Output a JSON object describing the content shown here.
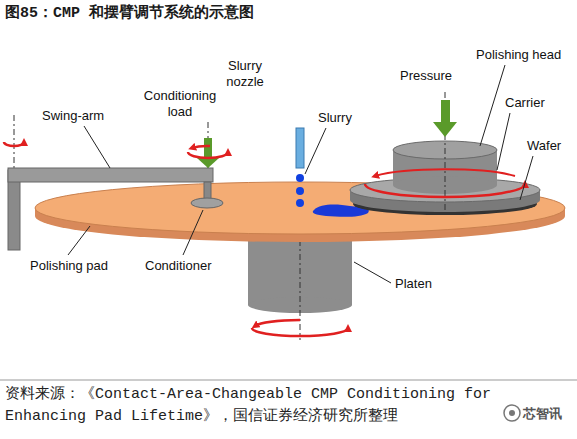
{
  "diagram": {
    "title": "图85：CMP 和摆臂调节系统的示意图",
    "caption": "资料来源：《Contact-Area-Changeable CMP Conditioning for Enhancing Pad Lifetime》，国信证券经济研究所整理",
    "labels": [
      "Slurry nozzle",
      "Polishing head",
      "Pressure",
      "Conditioning load",
      "Carrier",
      "Swing-arm",
      "Slurry",
      "Wafer",
      "Polishing pad",
      "Conditioner",
      "Platen",
      "芯智讯"
    ]
  }
}
